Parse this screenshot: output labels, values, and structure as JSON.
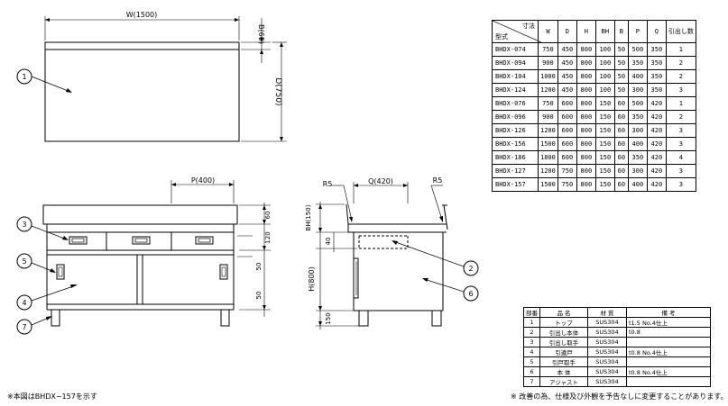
{
  "dimensions": {
    "width": "W(1500)",
    "depth": "D(750)",
    "backsplash": "B(60)",
    "drawer_pitch": "P(400)",
    "drawer_depth": "Q(420)",
    "radius_left": "R5",
    "radius_right": "R5",
    "top_thickness": "BH(150)",
    "height": "H(800)",
    "d60": "60",
    "d120": "120",
    "d50a": "50",
    "d50b": "50",
    "d40": "40",
    "d150": "150"
  },
  "callouts": [
    "1",
    "2",
    "3",
    "4",
    "5",
    "6",
    "7"
  ],
  "spec_table": {
    "corner_top": "寸法",
    "corner_bottom": "型式",
    "headers": [
      "W",
      "D",
      "H",
      "BH",
      "B",
      "P",
      "Q",
      "引出し数"
    ],
    "rows": [
      [
        "BHDX-074",
        "750",
        "450",
        "800",
        "100",
        "50",
        "500",
        "350",
        "1"
      ],
      [
        "BHDX-094",
        "900",
        "450",
        "800",
        "100",
        "50",
        "350",
        "350",
        "2"
      ],
      [
        "BHDX-104",
        "1000",
        "450",
        "800",
        "100",
        "50",
        "400",
        "350",
        "2"
      ],
      [
        "BHDX-124",
        "1200",
        "450",
        "800",
        "100",
        "50",
        "300",
        "350",
        "3"
      ],
      [
        "BHDX-076",
        "750",
        "600",
        "800",
        "150",
        "60",
        "500",
        "420",
        "1"
      ],
      [
        "BHDX-096",
        "900",
        "600",
        "800",
        "150",
        "60",
        "350",
        "420",
        "2"
      ],
      [
        "BHDX-126",
        "1200",
        "600",
        "800",
        "150",
        "60",
        "300",
        "420",
        "3"
      ],
      [
        "BHDX-156",
        "1500",
        "600",
        "800",
        "150",
        "60",
        "400",
        "420",
        "3"
      ],
      [
        "BHDX-186",
        "1800",
        "600",
        "800",
        "150",
        "60",
        "350",
        "420",
        "4"
      ],
      [
        "BHDX-127",
        "1200",
        "750",
        "800",
        "150",
        "60",
        "300",
        "420",
        "3"
      ],
      [
        "BHDX-157",
        "1500",
        "750",
        "800",
        "150",
        "60",
        "400",
        "420",
        "3"
      ]
    ]
  },
  "parts_table": {
    "headers": [
      "部番",
      "品 名",
      "材 質",
      "備 考"
    ],
    "rows": [
      [
        "1",
        "トップ",
        "SUS304",
        "t1.5 No.4仕上"
      ],
      [
        "2",
        "引出し本体",
        "SUS304",
        "t0.8"
      ],
      [
        "3",
        "引出し取手",
        "SUS304",
        ""
      ],
      [
        "4",
        "引違戸",
        "SUS304",
        "t0.8 No.4仕上"
      ],
      [
        "5",
        "引戸取手",
        "SUS304",
        ""
      ],
      [
        "6",
        "本 体",
        "SUS304",
        "t0.8 No.4仕上"
      ],
      [
        "7",
        "アジャスト",
        "SUS304",
        ""
      ]
    ]
  },
  "notes": {
    "left": "※本図はBHDX−157を示す",
    "right": "※ 改善の為、仕様及び外観を予告なしに変更することがあります。"
  }
}
